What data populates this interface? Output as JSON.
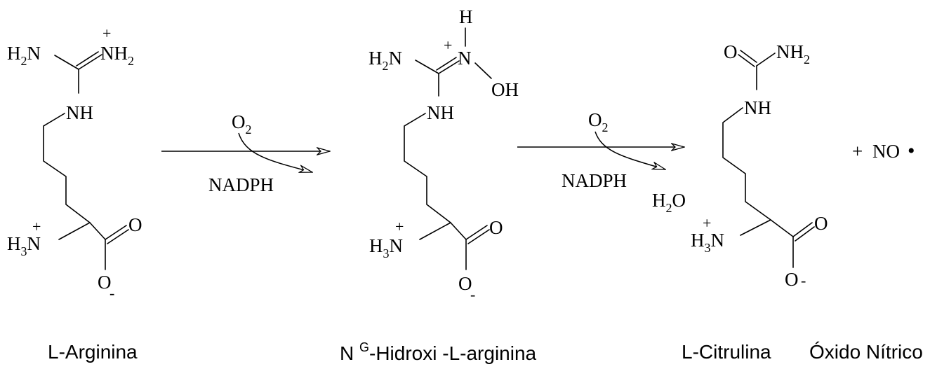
{
  "molecules": {
    "arginine": {
      "caption": "L-Arginina",
      "top_left_group": "H",
      "top_left_group_sub": "2",
      "top_left_group_tail": "N",
      "top_right_group": "NH",
      "top_right_group_sub": "2",
      "top_charge": "+",
      "imine": "NH",
      "amine": "H",
      "amine_sub": "3",
      "amine_tail": "N",
      "amine_charge": "+",
      "carbonyl_o": "O",
      "carboxylate_o": "O",
      "carboxylate_charge": "-"
    },
    "hydroxyarginine": {
      "caption_prefix": "N ",
      "caption_sup": "G",
      "caption_main": "-Hidroxi -L-arginina",
      "top_h": "H",
      "n_charge": "+",
      "n_label": "N",
      "oh": "OH",
      "left_group": "H",
      "left_group_sub": "2",
      "left_group_tail": "N",
      "imine": "NH",
      "amine": "H",
      "amine_sub": "3",
      "amine_tail": "N",
      "amine_charge": "+",
      "carbonyl_o": "O",
      "carboxylate_o": "O",
      "carboxylate_charge": "-"
    },
    "citrulline": {
      "caption": "L-Citrulina",
      "carbonyl_left": "O",
      "top_right_group": "NH",
      "top_right_group_sub": "2",
      "imine": "NH",
      "amine": "H",
      "amine_sub": "3",
      "amine_tail": "N",
      "amine_charge": "+",
      "carbonyl_o": "O",
      "carboxylate_o": "O",
      "carboxylate_charge": "-"
    },
    "nitric_oxide": {
      "plus": "+",
      "formula": "NO",
      "radical": "•",
      "caption": "Óxido Nítrico"
    }
  },
  "reactions": [
    {
      "reagent": "O",
      "reagent_sub": "2",
      "cofactor": "NADPH",
      "byproduct": ""
    },
    {
      "reagent": "O",
      "reagent_sub": "2",
      "cofactor": "NADPH",
      "byproduct": "H",
      "byproduct_sub": "2",
      "byproduct_tail": "O"
    }
  ]
}
